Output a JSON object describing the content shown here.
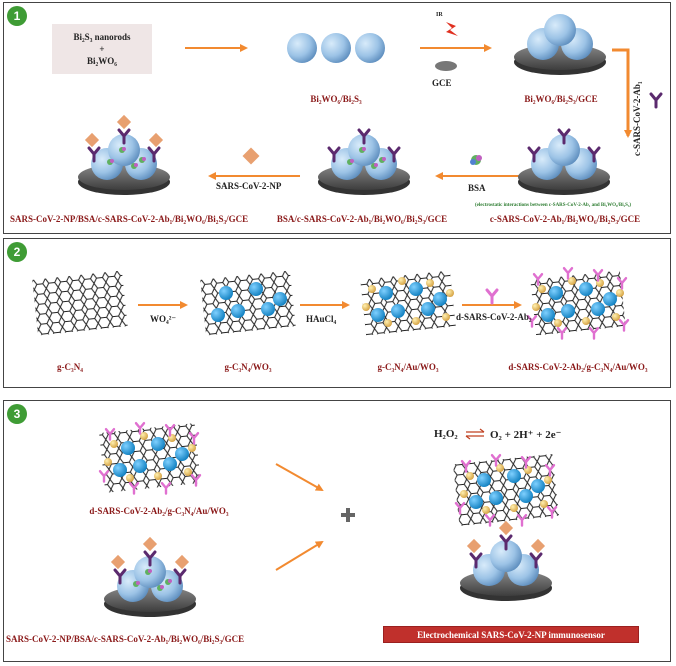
{
  "panel1": {
    "number": "1",
    "start_line1": "Bi₂S₃ nanorods",
    "start_plus": "+",
    "start_line2": "Bi₂WO₆",
    "bi2wo6_bi2s3": "Bi₂WO₆/Bi₂S₃",
    "ir": "IR",
    "gce": "GCE",
    "modified_gce": "Bi₂WO₆/Bi₂S₃/GCE",
    "ab1_vertical": "c-SARS-CoV-2-Ab₁",
    "electrostatic_note": "(electrostatic interactions between c-SARS-CoV-2-Ab₁ and Bi₂WO₆/Bi₂S₃)",
    "ab1_gce": "c-SARS-CoV-2-Ab₁/Bi₂WO₆/Bi₂S₃/GCE",
    "bsa": "BSA",
    "bsa_gce": "BSA/c-SARS-CoV-2-Ab₁/Bi₂WO₆/Bi₂S₃/GCE",
    "np": "SARS-CoV-2-NP",
    "np_gce": "SARS-CoV-2-NP/BSA/c-SARS-CoV-2-Ab₁/Bi₂WO₆/Bi₂S₃/GCE"
  },
  "panel2": {
    "number": "2",
    "gcn": "g-C₃N₄",
    "wo4": "WO₄²⁻",
    "gcn_wo3": "g-C₃N₄/WO₃",
    "haucl4": "HAuCl₄",
    "gcn_au_wo3": "g-C₃N₄/Au/WO₃",
    "ab2": "d-SARS-CoV-2-Ab₂",
    "final": "d-SARS-CoV-2-Ab₂/g-C₃N₄/Au/WO₃"
  },
  "panel3": {
    "number": "3",
    "top_label": "d-SARS-CoV-2-Ab₂/g-C₃N₄/Au/WO₃",
    "bottom_label": "SARS-CoV-2-NP/BSA/c-SARS-CoV-2-Ab₁/Bi₂WO₆/Bi₂S₃/GCE",
    "reaction_left": "H₂O₂",
    "reaction_right": "O₂ + 2H⁺ + 2e⁻",
    "sensor": "Electrochemical SARS-CoV-2-NP immunosensor"
  },
  "colors": {
    "arrow": "#f28a30",
    "sphere": "#9cc3e6",
    "disk": "#5a5a5a",
    "antibody_ab1": "#5b2a6e",
    "antibody_ab2": "#e070d0",
    "np": "#e8a070",
    "wo3": "#1e9ad6",
    "au": "#e8c060",
    "label": "#8b1a1a",
    "badge": "#3f9c35",
    "sensor_box": "#c0302c"
  }
}
